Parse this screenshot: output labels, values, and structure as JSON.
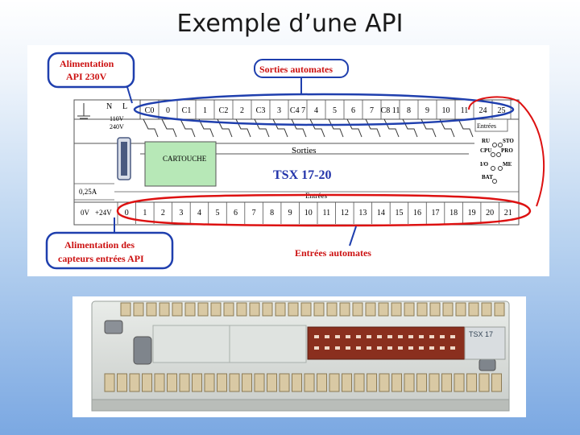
{
  "slide": {
    "title": "Exemple d’une API"
  },
  "callouts": {
    "power_supply": [
      "Alimentation",
      "API 230V"
    ],
    "outputs": "Sorties automates",
    "sensor_supply": [
      "Alimentation  des",
      "capteurs entrées API"
    ],
    "inputs": "Entrées automates"
  },
  "plc": {
    "model": "TSX 17-20",
    "power_terms": [
      "N",
      "L"
    ],
    "voltage_text": [
      "110V",
      "240V"
    ],
    "cartridge": "CARTOUCHE",
    "outputs_section": "Sorties",
    "inputs_section": "Entrées",
    "right_entrees": "Entrées",
    "fuse": "0,25A",
    "supply_terms": [
      "0V",
      "+24V"
    ],
    "output_terminals": [
      "C0",
      "0",
      "C1",
      "1",
      "C2",
      "2",
      "C3",
      "3",
      "C4 7",
      "4",
      "5",
      "6",
      "7",
      "C8 11",
      "8",
      "9",
      "10",
      "11",
      "24",
      "25"
    ],
    "input_terminals": [
      "0",
      "1",
      "2",
      "3",
      "4",
      "5",
      "6",
      "7",
      "8",
      "9",
      "10",
      "11",
      "12",
      "13",
      "14",
      "15",
      "16",
      "17",
      "18",
      "19",
      "20",
      "21"
    ],
    "status_leds": [
      "RU",
      "STO",
      "CPU",
      "PRO",
      "I/O",
      "ME",
      "BAT"
    ]
  },
  "photo": {
    "brand_label": "TSX 17"
  },
  "colors": {
    "callout_border": "#1f3fae",
    "callout_text": "#cc1111",
    "outputs_ring": "#1f3fae",
    "inputs_ring": "#dd1111",
    "model_text": "#2233aa",
    "cartridge_fill": "#b7e8b7"
  }
}
